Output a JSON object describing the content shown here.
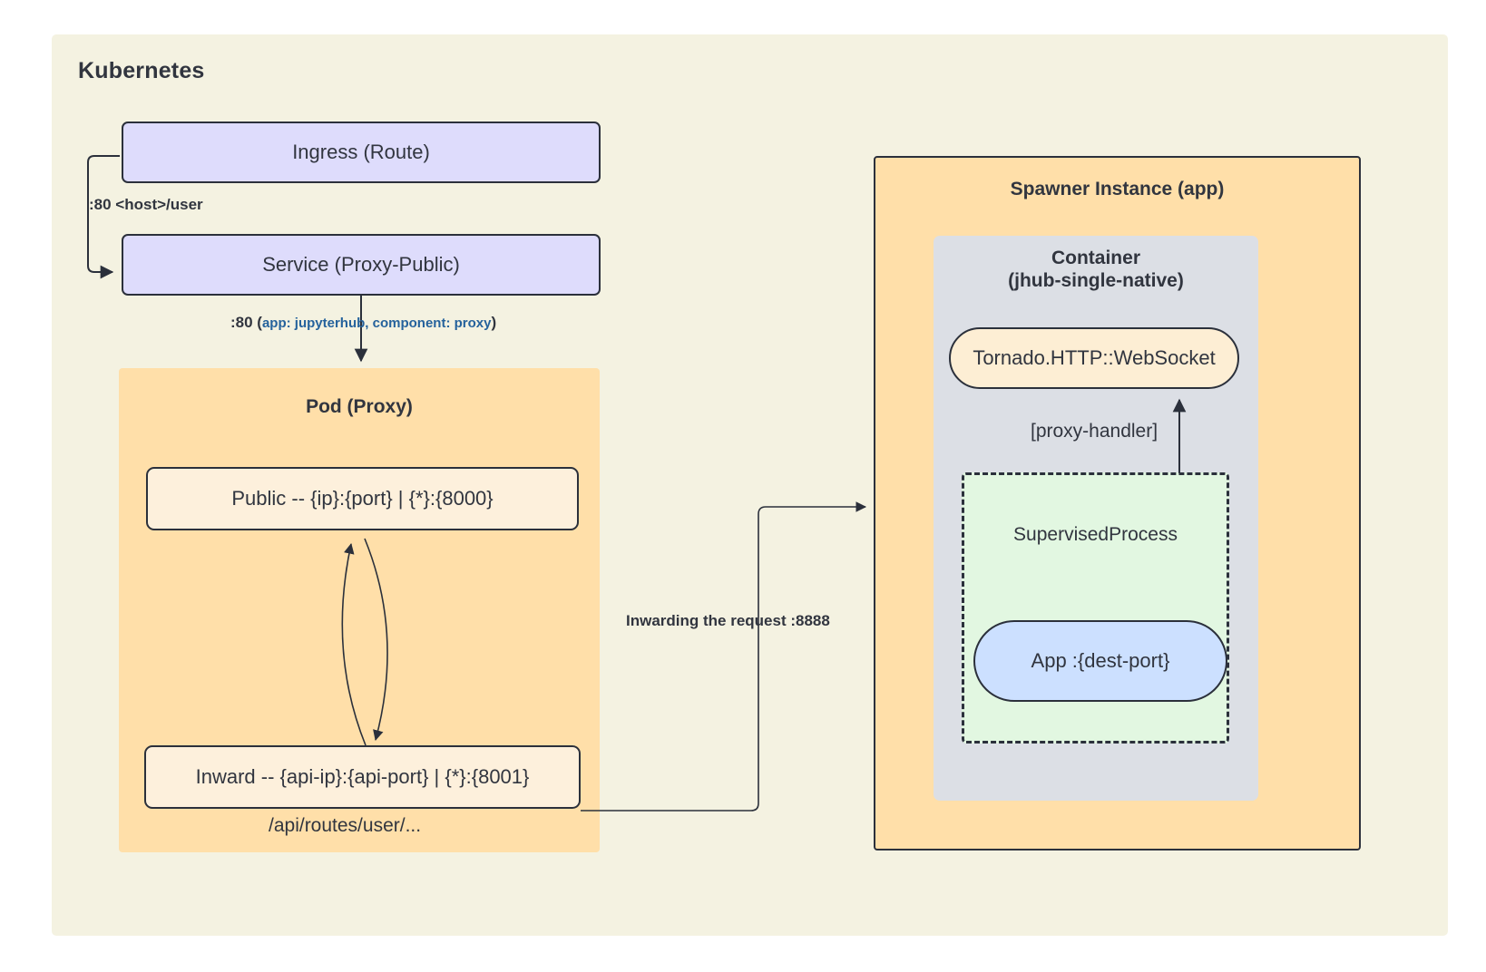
{
  "diagram": {
    "type": "flow",
    "outer_group": {
      "title": "Kubernetes"
    },
    "nodes": {
      "ingress": {
        "label": "Ingress (Route)",
        "shape": "rounded-rect",
        "fill": "#dedcfc"
      },
      "service": {
        "label": "Service (Proxy-Public)",
        "shape": "rounded-rect",
        "fill": "#dedcfc"
      },
      "pod_proxy": {
        "title": "Pod (Proxy)",
        "shape": "group",
        "fill": "#ffdfa9"
      },
      "public": {
        "label": "Public -- {ip}:{port} | {*}:{8000}",
        "shape": "rounded-rect",
        "fill": "#fdf0dc"
      },
      "inward": {
        "label": "Inward -- {api-ip}:{api-port} | {*}:{8001}",
        "shape": "rounded-rect",
        "fill": "#fdf0dc"
      },
      "inward_caption": {
        "label": "/api/routes/user/..."
      },
      "spawner": {
        "title": "Spawner Instance (app)",
        "shape": "group",
        "fill": "#ffdfa9"
      },
      "container": {
        "title_line1": "Container",
        "title_line2": "(jhub-single-native)",
        "shape": "group",
        "fill": "#dcdfe5"
      },
      "tornado": {
        "label": "Tornado.HTTP::WebSocket",
        "shape": "stadium",
        "fill": "#fdeed4"
      },
      "supervised": {
        "label": "SupervisedProcess",
        "shape": "dashed-rect",
        "fill": "#e2f7e1"
      },
      "app": {
        "label": "App :{dest-port}",
        "shape": "stadium",
        "fill": "#cce0ff"
      }
    },
    "edges": [
      {
        "id": "ingress-to-service",
        "from": "ingress",
        "to": "service",
        "label": ":80 <host>/user"
      },
      {
        "id": "service-to-pod",
        "from": "service",
        "to": "pod_proxy",
        "label_bold": ":80 (",
        "label_selector": "app: jupyterhub, component: proxy",
        "label_tail": ")"
      },
      {
        "id": "public-inward-down",
        "from": "public",
        "to": "inward",
        "label": ""
      },
      {
        "id": "inward-public-up",
        "from": "inward",
        "to": "public",
        "label": ""
      },
      {
        "id": "inward-to-spawner",
        "from": "inward",
        "to": "spawner",
        "label": "Inwarding the request :8888"
      },
      {
        "id": "supervised-to-tornado",
        "from": "supervised",
        "to": "tornado",
        "label": "[proxy-handler]"
      }
    ],
    "colors": {
      "page_background": "#ffffff",
      "outer_group_fill": "#f4f2e1",
      "stroke": "#2b303b",
      "text": "#31353f",
      "selector_text": "#25629c",
      "purple_fill": "#dedcfc",
      "orange_fill": "#ffdfa9",
      "cream_fill": "#fdf0dc",
      "gray_fill": "#dcdfe5",
      "green_fill": "#e2f7e1",
      "blue_fill": "#cce0ff"
    }
  }
}
